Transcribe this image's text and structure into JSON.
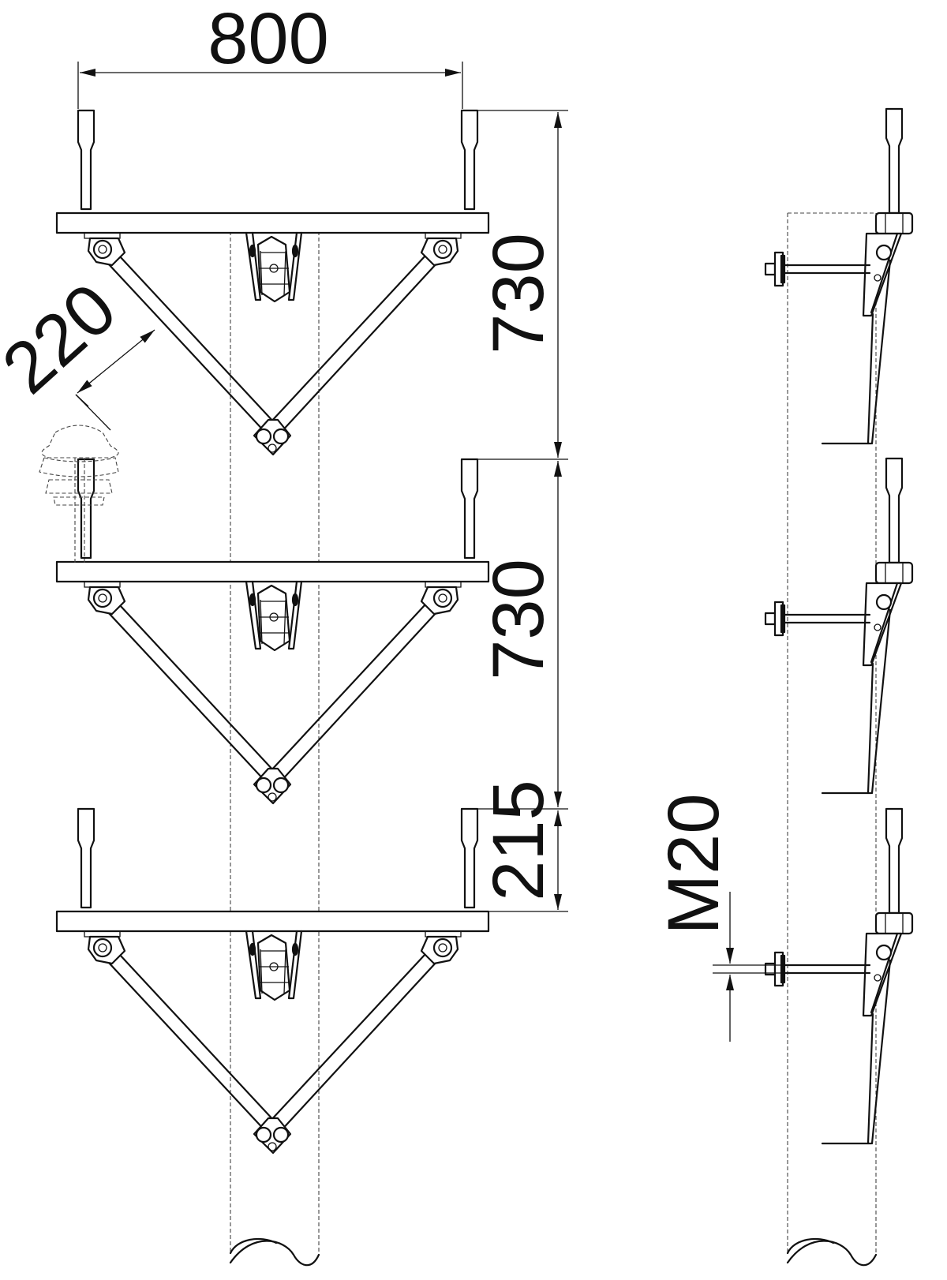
{
  "dimensions": {
    "width": "800",
    "height_upper": "730",
    "height_middle": "730",
    "offset": "220",
    "spacing_bottom": "215",
    "bolt": "M20"
  },
  "colors": {
    "line": "#111111",
    "background": "#ffffff"
  }
}
